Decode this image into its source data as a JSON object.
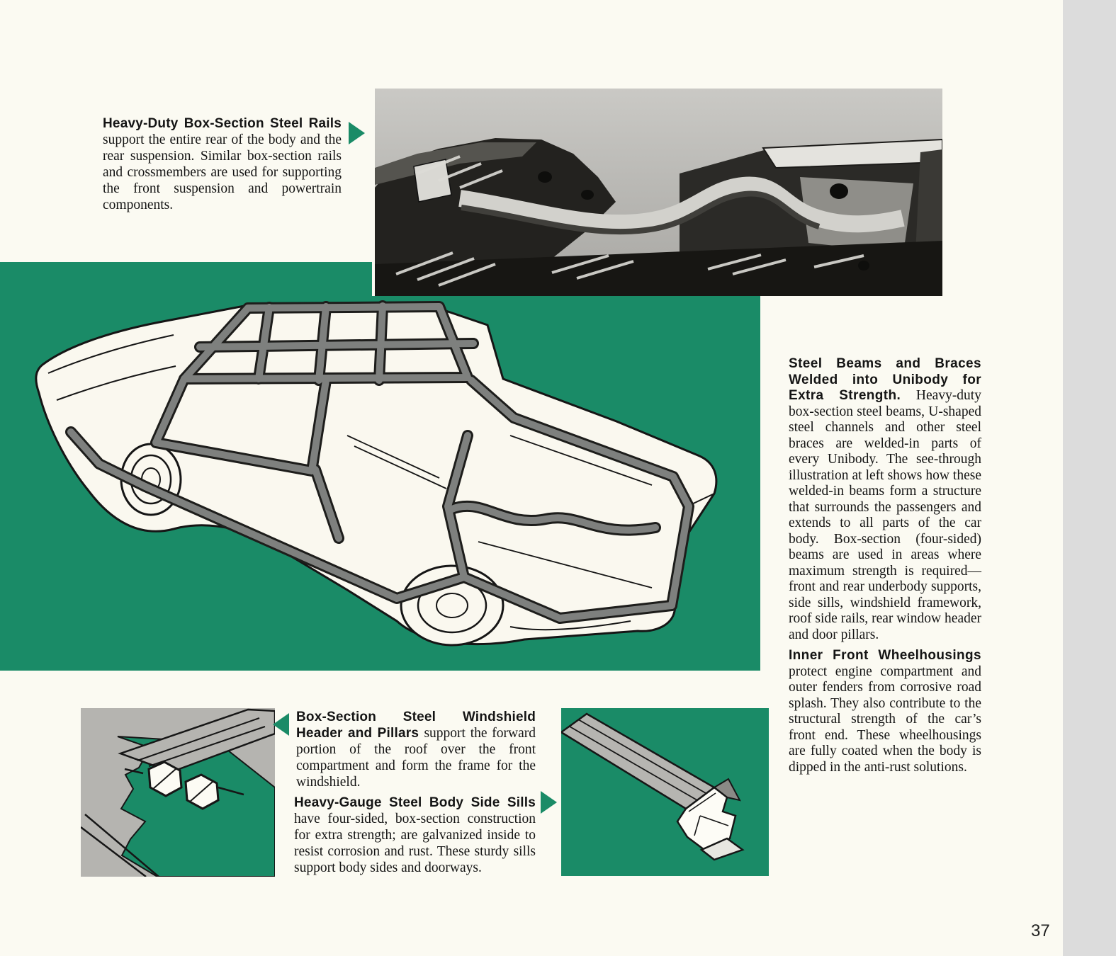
{
  "page": {
    "number": "37"
  },
  "colors": {
    "green": "#1a8b67",
    "beam_gray": "#7e807e",
    "illus_gray": "#b5b4b0",
    "side_strip": "#dcdcdc",
    "page_bg": "#fbfaf2"
  },
  "icons": {
    "arrow_right": "green right-pointing triangle",
    "arrow_left": "green left-pointing triangle"
  },
  "blocks": {
    "steel_rails": {
      "heading": "Heavy-Duty Box-Section Steel Rails",
      "body": "support the entire rear of the body and the rear suspension. Similar box-section rails and crossmembers are used for supporting the front suspension and powertrain components."
    },
    "steel_beams": {
      "heading": "Steel Beams and Braces Welded into Unibody for Extra Strength.",
      "body": "Heavy-duty box-section steel beams, U-shaped steel channels and other steel braces are welded-in parts of every Unibody. The see-through illustration at left shows how these welded-in beams form a structure that surrounds the passengers and extends to all parts of the car body. Box-section (four-sided) beams are used in areas where maximum strength is required—front and rear underbody supports, side sills, windshield framework, roof side rails, rear window header and door pillars."
    },
    "wheelhousings": {
      "heading": "Inner Front Wheelhousings",
      "body": "protect engine compartment and outer fenders from corrosive road splash. They also contribute to the structural strength of the car’s front end. These wheelhousings are fully coated when the body is dipped in the anti-rust solutions."
    },
    "windshield_header": {
      "heading": "Box-Section Steel Windshield Header and Pillars",
      "body": "support the forward portion of the roof over the front compartment and form the frame for the windshield."
    },
    "side_sills": {
      "heading": "Heavy-Gauge Steel Body Side Sills",
      "body": "have four-sided, box-section construction for extra strength; are galvanized inside to resist corrosion and rust. These sturdy sills support body sides and doorways."
    }
  }
}
